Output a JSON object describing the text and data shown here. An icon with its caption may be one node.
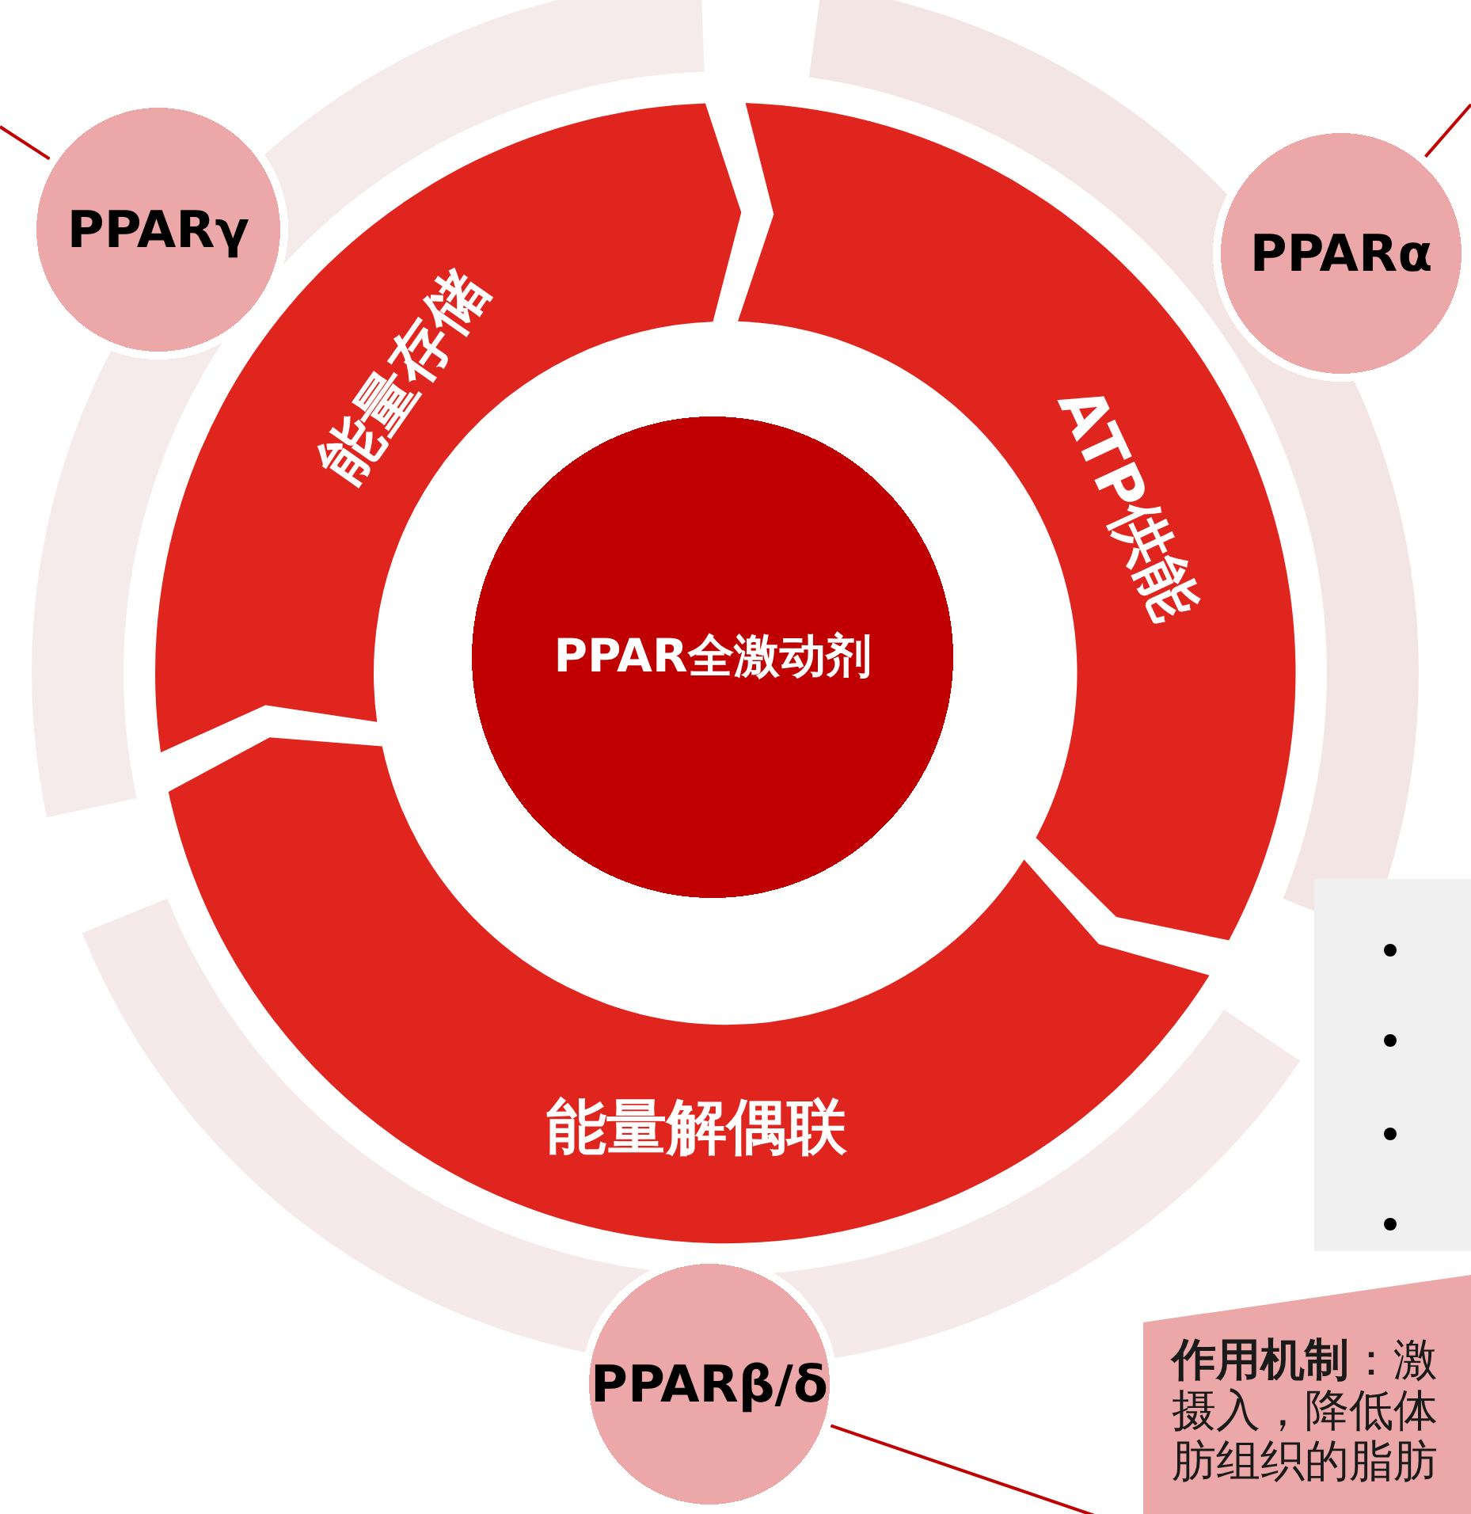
{
  "diagram": {
    "nodes": [
      {
        "text": [
          "PPARγ"
        ]
      },
      {
        "text": [
          "PPARα"
        ]
      },
      {
        "text": [
          "能量存储"
        ]
      },
      {
        "text": [
          "ATP供能"
        ]
      },
      {
        "text": [
          "PPAR全激动剂"
        ]
      },
      {
        "text": [
          "能量解偶联"
        ]
      },
      {
        "text": [
          "PPARβ/δ"
        ]
      },
      {
        "text": [
          "**作用机制**：激摄入，降低体肪组织的脂肪"
        ]
      }
    ],
    "edges": [
      {
        "from": 0,
        "to": null,
        "arrow": "none"
      },
      {
        "from": 1,
        "to": null,
        "arrow": "none"
      },
      {
        "from": 6,
        "to": null,
        "arrow": "none"
      }
    ]
  }
}
